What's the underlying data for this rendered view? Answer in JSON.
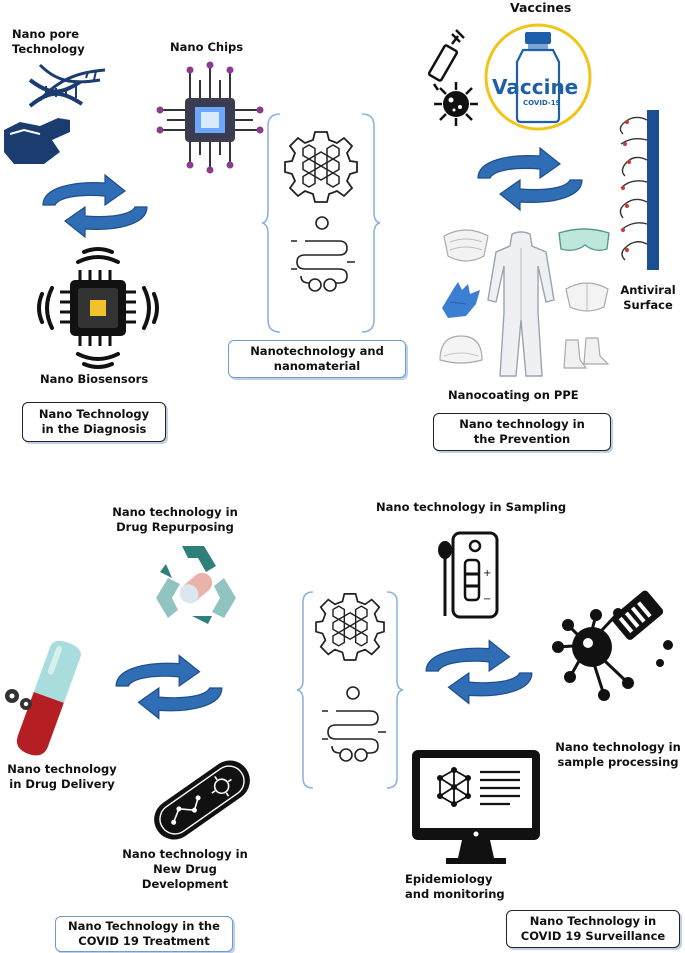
{
  "colors": {
    "arrow_blue": "#2f6db5",
    "arrow_dark": "#1f4e8a",
    "bracket_blue": "#8fb2dd",
    "black": "#111111",
    "pill_red": "#b51f24",
    "pill_teal": "#a9dcdc",
    "recycle_teal": "#2f7f7a",
    "vaccine_blue": "#1d5fa8",
    "vaccine_ring": "#f0c419"
  },
  "sections": {
    "diagnosis": {
      "title": "Nano Technology in the Diagnosis",
      "items": {
        "nanopore": "Nano pore Technology",
        "chips": "Nano Chips",
        "biosensors": "Nano Biosensors"
      }
    },
    "center_top": {
      "title": "Nanotechnology and nanomaterial"
    },
    "prevention": {
      "title": "Nano technology in the Prevention",
      "items": {
        "vaccines": "Vaccines",
        "vaccine_label": "Vaccine",
        "vaccine_sub": "COVID-19",
        "antiviral": "Antiviral Surface",
        "ppe": "Nanocoating on PPE"
      }
    },
    "treatment": {
      "title": "Nano Technology in the COVID 19 Treatment",
      "items": {
        "repurposing": "Nano technology in Drug Repurposing",
        "delivery": "Nano technology in Drug Delivery",
        "development": "Nano technology in New Drug Development"
      }
    },
    "surveillance": {
      "title": "Nano Technology in COVID 19 Surveillance",
      "items": {
        "sampling": "Nano technology in Sampling",
        "processing": "Nano technology in sample processing",
        "epidemiology": "Epidemiology and monitoring"
      }
    }
  },
  "icons": [
    "dna-hand-icon",
    "nano-chip-icon",
    "biosensor-chip-icon",
    "cycle-arrows-icon",
    "gear-hexagon-icon",
    "molecule-chain-icon",
    "syringe-icon",
    "virus-icon",
    "vaccine-vial-icon",
    "antiviral-surface-icon",
    "ppe-suit-icon",
    "mask-icon",
    "goggles-icon",
    "gloves-icon",
    "cap-icon",
    "shoe-cover-icon",
    "recycle-pill-icon",
    "capsule-icon",
    "nano-capsule-icon",
    "test-kit-icon",
    "swab-icon",
    "microscope-icon",
    "monitor-network-icon"
  ]
}
